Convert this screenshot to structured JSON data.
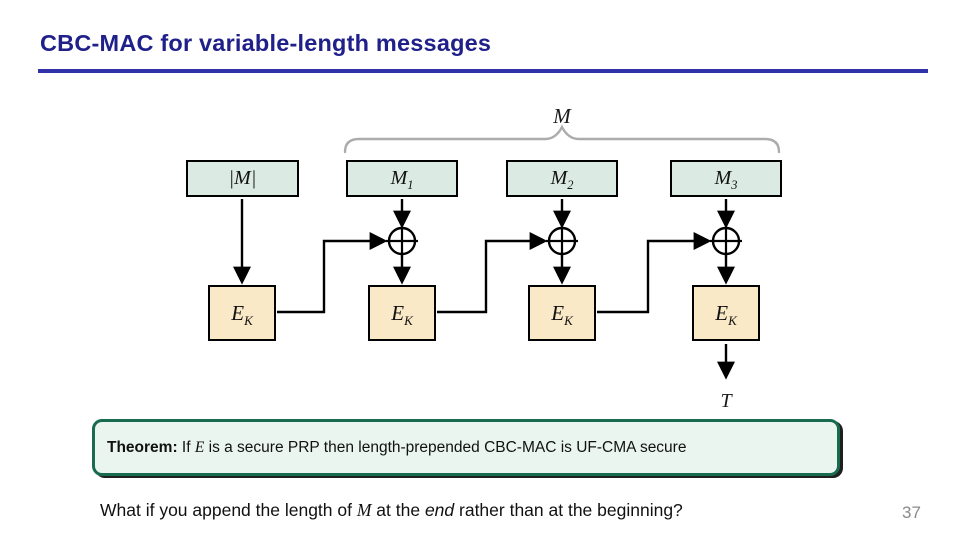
{
  "slide": {
    "title": "CBC-MAC for variable-length messages",
    "page_number": "37"
  },
  "diagram": {
    "message_brace_label": "M",
    "output_label": "T",
    "xor_symbol": "⊕",
    "top_blocks": [
      {
        "base": "|M|",
        "sub": ""
      },
      {
        "base": "M",
        "sub": "1"
      },
      {
        "base": "M",
        "sub": "2"
      },
      {
        "base": "M",
        "sub": "3"
      }
    ],
    "cipher_blocks": [
      {
        "base": "E",
        "sub": "K"
      },
      {
        "base": "E",
        "sub": "K"
      },
      {
        "base": "E",
        "sub": "K"
      },
      {
        "base": "E",
        "sub": "K"
      }
    ]
  },
  "theorem": {
    "label": "Theorem:",
    "part1": " If ",
    "math_e": "E",
    "part2": " is a secure PRP then length-prepended CBC-MAC is UF-CMA secure"
  },
  "question": {
    "part1": "What if you append the length of ",
    "math_m": "M",
    "part2": " at the ",
    "emphasis": "end",
    "part3": " rather than at the beginning?"
  },
  "colors": {
    "title_text": "#20208A",
    "title_rule": "#3232A8",
    "message_block_fill": "#DBEAE2",
    "cipher_block_fill": "#F9E9C7",
    "block_border": "#000000",
    "brace": "#ACACAC",
    "theorem_fill": "#EAF5EF",
    "theorem_border": "#186B4E",
    "page_number": "#8A8A8A"
  }
}
